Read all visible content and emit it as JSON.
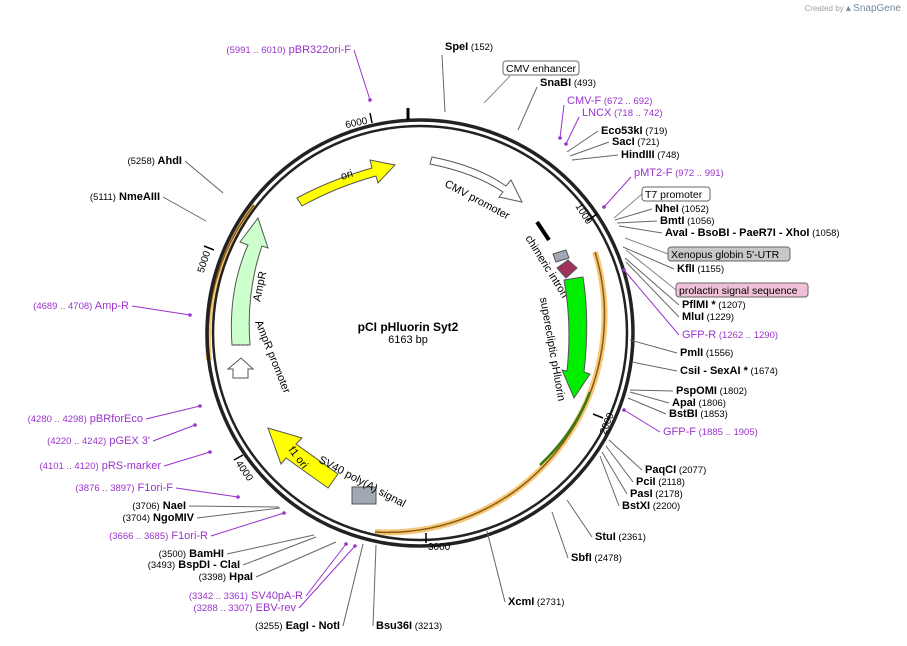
{
  "credit": {
    "prefix": "Created by",
    "brand": "SnapGene"
  },
  "plasmid": {
    "name": "pCI pHluorin Syt2",
    "length": "6163 bp",
    "total_bp": 6163
  },
  "ticks": [
    {
      "bp": 1000,
      "label": "1000"
    },
    {
      "bp": 2000,
      "label": "2000"
    },
    {
      "bp": 3000,
      "label": "3000"
    },
    {
      "bp": 4000,
      "label": "4000"
    },
    {
      "bp": 5000,
      "label": "5000"
    },
    {
      "bp": 6000,
      "label": "6000"
    }
  ],
  "features": [
    {
      "id": "ori",
      "label": "ori",
      "color": "#ffff00"
    },
    {
      "id": "cmv-promoter",
      "label": "CMV promoter",
      "color": "#ffffff"
    },
    {
      "id": "chimeric-intron",
      "label": "chimeric intron",
      "color": "#000000"
    },
    {
      "id": "superecliptic-phluorin",
      "label": "superecliptic pHluorin",
      "color": "#00ee00"
    },
    {
      "id": "ampr",
      "label": "AmpR",
      "color": "#ccffcc"
    },
    {
      "id": "ampr-promoter",
      "label": "AmpR promoter",
      "color": "#ffffff"
    },
    {
      "id": "f1-ori",
      "label": "f1 ori",
      "color": "#ffff00"
    },
    {
      "id": "sv40-polya",
      "label": "SV40 poly(A) signal",
      "color": "#a0a8b4"
    }
  ],
  "boxed_labels": [
    {
      "id": "cmv-enhancer",
      "label": "CMV enhancer",
      "fill": "#ffffff"
    },
    {
      "id": "t7-promoter",
      "label": "T7 promoter",
      "fill": "#ffffff"
    },
    {
      "id": "xenopus-utr",
      "label": "Xenopus globin 5'-UTR",
      "fill": "#c8c8c8"
    },
    {
      "id": "prolactin",
      "label": "prolactin signal sequence",
      "fill": "#f0c0d8"
    }
  ],
  "sites": [
    {
      "id": "spei",
      "parts": [
        {
          "t": "SpeI",
          "k": "e"
        },
        {
          "t": "(152)",
          "k": "n"
        }
      ]
    },
    {
      "id": "snabi",
      "parts": [
        {
          "t": "SnaBI",
          "k": "e"
        },
        {
          "t": "(493)",
          "k": "n"
        }
      ]
    },
    {
      "id": "cmv-f",
      "parts": [
        {
          "t": "CMV-F",
          "k": "p"
        },
        {
          "t": "(672 .. 692)",
          "k": "pn"
        }
      ]
    },
    {
      "id": "lncx",
      "parts": [
        {
          "t": "LNCX",
          "k": "p"
        },
        {
          "t": "(718 .. 742)",
          "k": "pn"
        }
      ]
    },
    {
      "id": "eco53ki",
      "parts": [
        {
          "t": "Eco53kI",
          "k": "e"
        },
        {
          "t": "(719)",
          "k": "n"
        }
      ]
    },
    {
      "id": "saci",
      "parts": [
        {
          "t": "SacI",
          "k": "e"
        },
        {
          "t": "(721)",
          "k": "n"
        }
      ]
    },
    {
      "id": "hindiii",
      "parts": [
        {
          "t": "HindIII",
          "k": "e"
        },
        {
          "t": "(748)",
          "k": "n"
        }
      ]
    },
    {
      "id": "pmt2-f",
      "parts": [
        {
          "t": "pMT2-F",
          "k": "p"
        },
        {
          "t": "(972 .. 991)",
          "k": "pn"
        }
      ]
    },
    {
      "id": "nhei",
      "parts": [
        {
          "t": "NheI",
          "k": "e"
        },
        {
          "t": "(1052)",
          "k": "n"
        }
      ]
    },
    {
      "id": "bmti",
      "parts": [
        {
          "t": "BmtI",
          "k": "e"
        },
        {
          "t": "(1056)",
          "k": "n"
        }
      ]
    },
    {
      "id": "avai",
      "parts": [
        {
          "t": "AvaI",
          "k": "e"
        },
        {
          "t": "- BsoBI",
          "k": "e"
        },
        {
          "t": "- PaeR7I",
          "k": "e"
        },
        {
          "t": "- XhoI",
          "k": "e"
        },
        {
          "t": "(1058)",
          "k": "n"
        }
      ]
    },
    {
      "id": "kfli",
      "parts": [
        {
          "t": "KflI",
          "k": "e"
        },
        {
          "t": "(1155)",
          "k": "n"
        }
      ]
    },
    {
      "id": "pfimi",
      "parts": [
        {
          "t": "PflMI *",
          "k": "e"
        },
        {
          "t": "(1207)",
          "k": "n"
        }
      ]
    },
    {
      "id": "mlui",
      "parts": [
        {
          "t": "MluI",
          "k": "e"
        },
        {
          "t": "(1229)",
          "k": "n"
        }
      ]
    },
    {
      "id": "gfp-r",
      "parts": [
        {
          "t": "GFP-R",
          "k": "p"
        },
        {
          "t": "(1262 .. 1290)",
          "k": "pn"
        }
      ]
    },
    {
      "id": "pmli",
      "parts": [
        {
          "t": "PmlI",
          "k": "e"
        },
        {
          "t": "(1556)",
          "k": "n"
        }
      ]
    },
    {
      "id": "csii",
      "parts": [
        {
          "t": "CsiI",
          "k": "e"
        },
        {
          "t": "- SexAI *",
          "k": "e"
        },
        {
          "t": "(1674)",
          "k": "n"
        }
      ]
    },
    {
      "id": "pspomi",
      "parts": [
        {
          "t": "PspOMI",
          "k": "e"
        },
        {
          "t": "(1802)",
          "k": "n"
        }
      ]
    },
    {
      "id": "apai",
      "parts": [
        {
          "t": "ApaI",
          "k": "e"
        },
        {
          "t": "(1806)",
          "k": "n"
        }
      ]
    },
    {
      "id": "bstbi",
      "parts": [
        {
          "t": "BstBI",
          "k": "e"
        },
        {
          "t": "(1853)",
          "k": "n"
        }
      ]
    },
    {
      "id": "gfp-f",
      "parts": [
        {
          "t": "GFP-F",
          "k": "p"
        },
        {
          "t": "(1885 .. 1905)",
          "k": "pn"
        }
      ]
    },
    {
      "id": "paqci",
      "parts": [
        {
          "t": "PaqCI",
          "k": "e"
        },
        {
          "t": "(2077)",
          "k": "n"
        }
      ]
    },
    {
      "id": "pcii",
      "parts": [
        {
          "t": "PciI",
          "k": "e"
        },
        {
          "t": "(2118)",
          "k": "n"
        }
      ]
    },
    {
      "id": "pasi",
      "parts": [
        {
          "t": "PasI",
          "k": "e"
        },
        {
          "t": "(2178)",
          "k": "n"
        }
      ]
    },
    {
      "id": "bstxi",
      "parts": [
        {
          "t": "BstXI",
          "k": "e"
        },
        {
          "t": "(2200)",
          "k": "n"
        }
      ]
    },
    {
      "id": "stui",
      "parts": [
        {
          "t": "StuI",
          "k": "e"
        },
        {
          "t": "(2361)",
          "k": "n"
        }
      ]
    },
    {
      "id": "sbfi",
      "parts": [
        {
          "t": "SbfI",
          "k": "e"
        },
        {
          "t": "(2478)",
          "k": "n"
        }
      ]
    },
    {
      "id": "xcmi",
      "parts": [
        {
          "t": "XcmI",
          "k": "e"
        },
        {
          "t": "(2731)",
          "k": "n"
        }
      ]
    },
    {
      "id": "bsu36i",
      "parts": [
        {
          "t": "Bsu36I",
          "k": "e"
        },
        {
          "t": "(3213)",
          "k": "n"
        }
      ]
    },
    {
      "id": "eagi",
      "parts": [
        {
          "t": "(3255)",
          "k": "n"
        },
        {
          "t": "EagI",
          "k": "e"
        },
        {
          "t": "- NotI",
          "k": "e"
        }
      ]
    },
    {
      "id": "ebv-rev",
      "parts": [
        {
          "t": "(3288 .. 3307)",
          "k": "pn"
        },
        {
          "t": "EBV-rev",
          "k": "p"
        }
      ]
    },
    {
      "id": "sv40pa-r",
      "parts": [
        {
          "t": "(3342 .. 3361)",
          "k": "pn"
        },
        {
          "t": "SV40pA-R",
          "k": "p"
        }
      ]
    },
    {
      "id": "hpai",
      "parts": [
        {
          "t": "(3398)",
          "k": "n"
        },
        {
          "t": "HpaI",
          "k": "e"
        }
      ]
    },
    {
      "id": "bspdi",
      "parts": [
        {
          "t": "(3493)",
          "k": "n"
        },
        {
          "t": "BspDI",
          "k": "e"
        },
        {
          "t": "- ClaI",
          "k": "e"
        }
      ]
    },
    {
      "id": "bamhi",
      "parts": [
        {
          "t": "(3500)",
          "k": "n"
        },
        {
          "t": "BamHI",
          "k": "e"
        }
      ]
    },
    {
      "id": "f1ori-r",
      "parts": [
        {
          "t": "(3666 .. 3685)",
          "k": "pn"
        },
        {
          "t": "F1ori-R",
          "k": "p"
        }
      ]
    },
    {
      "id": "ngomiv",
      "parts": [
        {
          "t": "(3704)",
          "k": "n"
        },
        {
          "t": "NgoMIV",
          "k": "e"
        }
      ]
    },
    {
      "id": "naei",
      "parts": [
        {
          "t": "(3706)",
          "k": "n"
        },
        {
          "t": "NaeI",
          "k": "e"
        }
      ]
    },
    {
      "id": "f1ori-f",
      "parts": [
        {
          "t": "(3876 .. 3897)",
          "k": "pn"
        },
        {
          "t": "F1ori-F",
          "k": "p"
        }
      ]
    },
    {
      "id": "prs-marker",
      "parts": [
        {
          "t": "(4101 .. 4120)",
          "k": "pn"
        },
        {
          "t": "pRS-marker",
          "k": "p"
        }
      ]
    },
    {
      "id": "pgex3",
      "parts": [
        {
          "t": "(4220 .. 4242)",
          "k": "pn"
        },
        {
          "t": "pGEX 3'",
          "k": "p"
        }
      ]
    },
    {
      "id": "pbrforeco",
      "parts": [
        {
          "t": "(4280 .. 4298)",
          "k": "pn"
        },
        {
          "t": "pBRforEco",
          "k": "p"
        }
      ]
    },
    {
      "id": "amp-r",
      "parts": [
        {
          "t": "(4689 .. 4708)",
          "k": "pn"
        },
        {
          "t": "Amp-R",
          "k": "p"
        }
      ]
    },
    {
      "id": "nmeaiii",
      "parts": [
        {
          "t": "(5111)",
          "k": "n"
        },
        {
          "t": "NmeAIII",
          "k": "e"
        }
      ]
    },
    {
      "id": "ahdi",
      "parts": [
        {
          "t": "(5258)",
          "k": "n"
        },
        {
          "t": "AhdI",
          "k": "e"
        }
      ]
    },
    {
      "id": "pbr322ori-f",
      "parts": [
        {
          "t": "(5991 .. 6010)",
          "k": "pn"
        },
        {
          "t": "pBR322ori-F",
          "k": "p"
        }
      ]
    }
  ],
  "colors": {
    "primer": "#9933cc",
    "enzyme": "#000000",
    "backbone": "#222222",
    "orf_highlight": "#f5c87a"
  }
}
